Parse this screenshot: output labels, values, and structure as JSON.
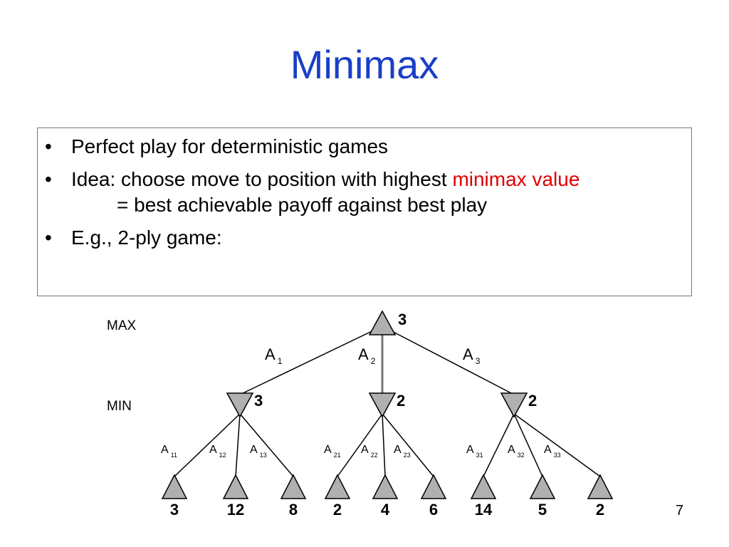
{
  "title": "Minimax",
  "bullets": [
    {
      "text": "Perfect play for deterministic games"
    },
    {
      "text": "Idea: choose move to position with highest ",
      "highlight": "minimax value",
      "line2": "= best achievable payoff against best play"
    },
    {
      "text": "E.g., 2-ply game:"
    }
  ],
  "bullet_char": "•",
  "colors": {
    "title": "#1a3fc7",
    "highlight": "#e00000",
    "node_fill": "#b0b0b0"
  },
  "tree": {
    "levels": {
      "max": "MAX",
      "min": "MIN"
    },
    "root": {
      "value": "3"
    },
    "max_edges": [
      {
        "label": "A",
        "sub": "1"
      },
      {
        "label": "A",
        "sub": "2"
      },
      {
        "label": "A",
        "sub": "3"
      }
    ],
    "min_nodes": [
      {
        "value": "3",
        "leaves": [
          {
            "label": "A",
            "sub": "11",
            "value": "3"
          },
          {
            "label": "A",
            "sub": "12",
            "value": "12"
          },
          {
            "label": "A",
            "sub": "13",
            "value": "8"
          }
        ]
      },
      {
        "value": "2",
        "leaves": [
          {
            "label": "A",
            "sub": "21",
            "value": "2"
          },
          {
            "label": "A",
            "sub": "22",
            "value": "4"
          },
          {
            "label": "A",
            "sub": "23",
            "value": "6"
          }
        ]
      },
      {
        "value": "2",
        "leaves": [
          {
            "label": "A",
            "sub": "31",
            "value": "14"
          },
          {
            "label": "A",
            "sub": "32",
            "value": "5"
          },
          {
            "label": "A",
            "sub": "33",
            "value": "2"
          }
        ]
      }
    ]
  },
  "page_number": "7"
}
